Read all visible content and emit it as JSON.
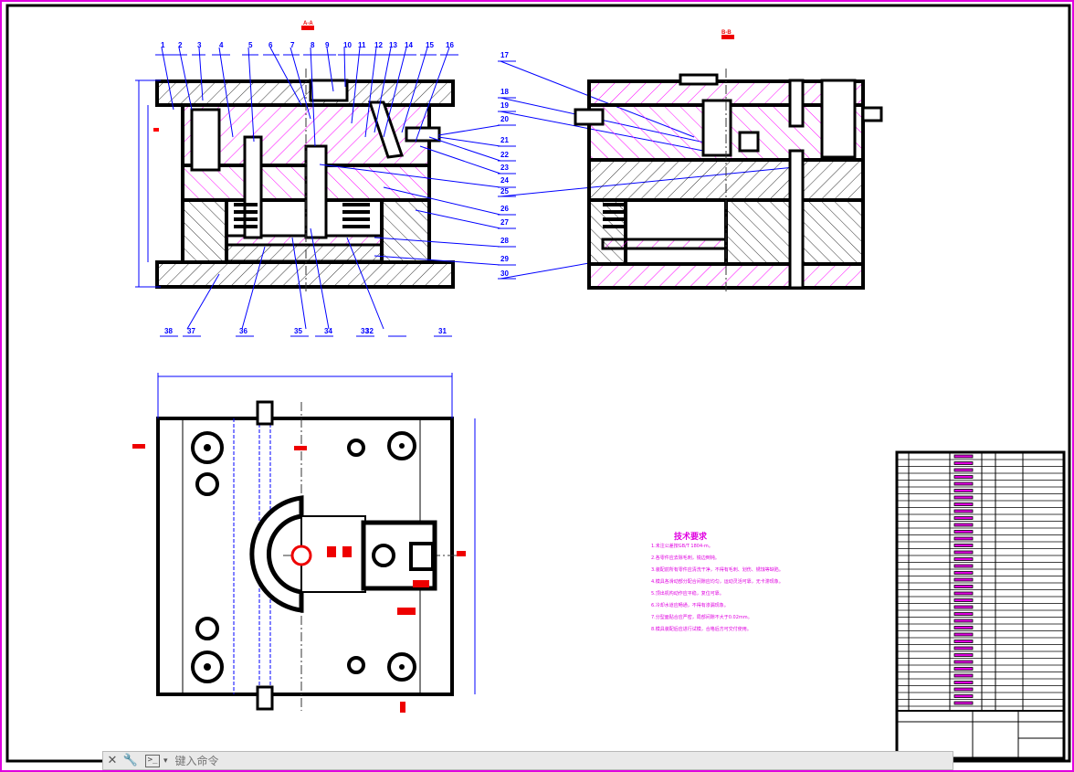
{
  "drawing": {
    "part_labels": [
      "1",
      "2",
      "3",
      "4",
      "5",
      "6",
      "7",
      "8",
      "9",
      "10",
      "11",
      "12",
      "13",
      "14",
      "15",
      "16",
      "17",
      "18",
      "19",
      "20",
      "21",
      "22",
      "23",
      "24",
      "25",
      "26",
      "27",
      "28",
      "29",
      "30",
      "31",
      "32",
      "33",
      "34",
      "35",
      "36",
      "37",
      "38"
    ],
    "section_marks": {
      "a_a": "A-A",
      "b_b": "B-B"
    },
    "tech_requirements_title": "技术要求",
    "tech_requirements_lines": [
      "1.未注公差按GB/T 1804-m。",
      "2.各零件应去除毛刺，锐边倒钝。",
      "3.装配前所有零件应清洗干净，不得有毛刺、划伤、锈蚀等缺陷。",
      "4.模具各滑动部分配合间隙应均匀，运动灵活可靠，无卡滞现象。",
      "5.顶出机构动作应平稳，复位可靠。",
      "6.冷却水道应畅通，不得有渗漏现象。",
      "7.分型面贴合应严密，局部间隙不大于0.02mm。",
      "8.模具装配后应进行试模，合格后方可交付使用。"
    ]
  },
  "command_line": {
    "placeholder": "键入命令",
    "close_label": "✕",
    "settings_label": "🔧"
  },
  "colors": {
    "frame": "#e000e0",
    "outline": "#000000",
    "leader": "#0000ff",
    "hatch": "#ff00ff",
    "center": "#333333",
    "mark": "#ff0000"
  }
}
